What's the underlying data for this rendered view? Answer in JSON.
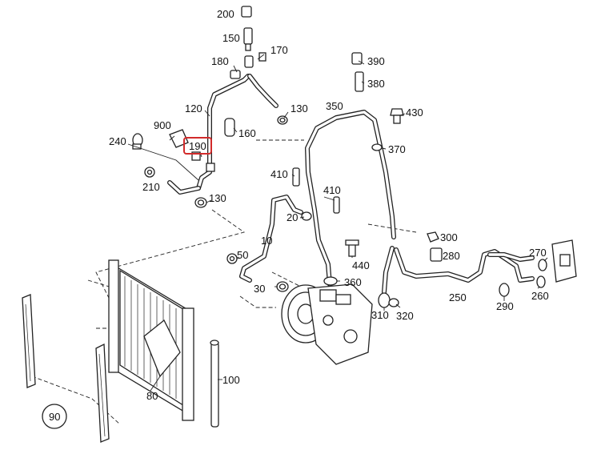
{
  "diagram": {
    "highlight_color": "#d22b2b",
    "labels": {
      "p10": "10",
      "p20": "20",
      "p30": "30",
      "p50": "50",
      "p80": "80",
      "p90": "90",
      "p100": "100",
      "p120": "120",
      "p130a": "130",
      "p130b": "130",
      "p150": "150",
      "p160": "160",
      "p170": "170",
      "p180": "180",
      "p190": "190",
      "p200": "200",
      "p210": "210",
      "p240": "240",
      "p250": "250",
      "p260": "260",
      "p270": "270",
      "p280": "280",
      "p290": "290",
      "p300": "300",
      "p310": "310",
      "p320": "320",
      "p350": "350",
      "p360": "360",
      "p370": "370",
      "p380": "380",
      "p390": "390",
      "p410a": "410",
      "p410b": "410",
      "p430": "430",
      "p440": "440",
      "p900": "900"
    }
  }
}
